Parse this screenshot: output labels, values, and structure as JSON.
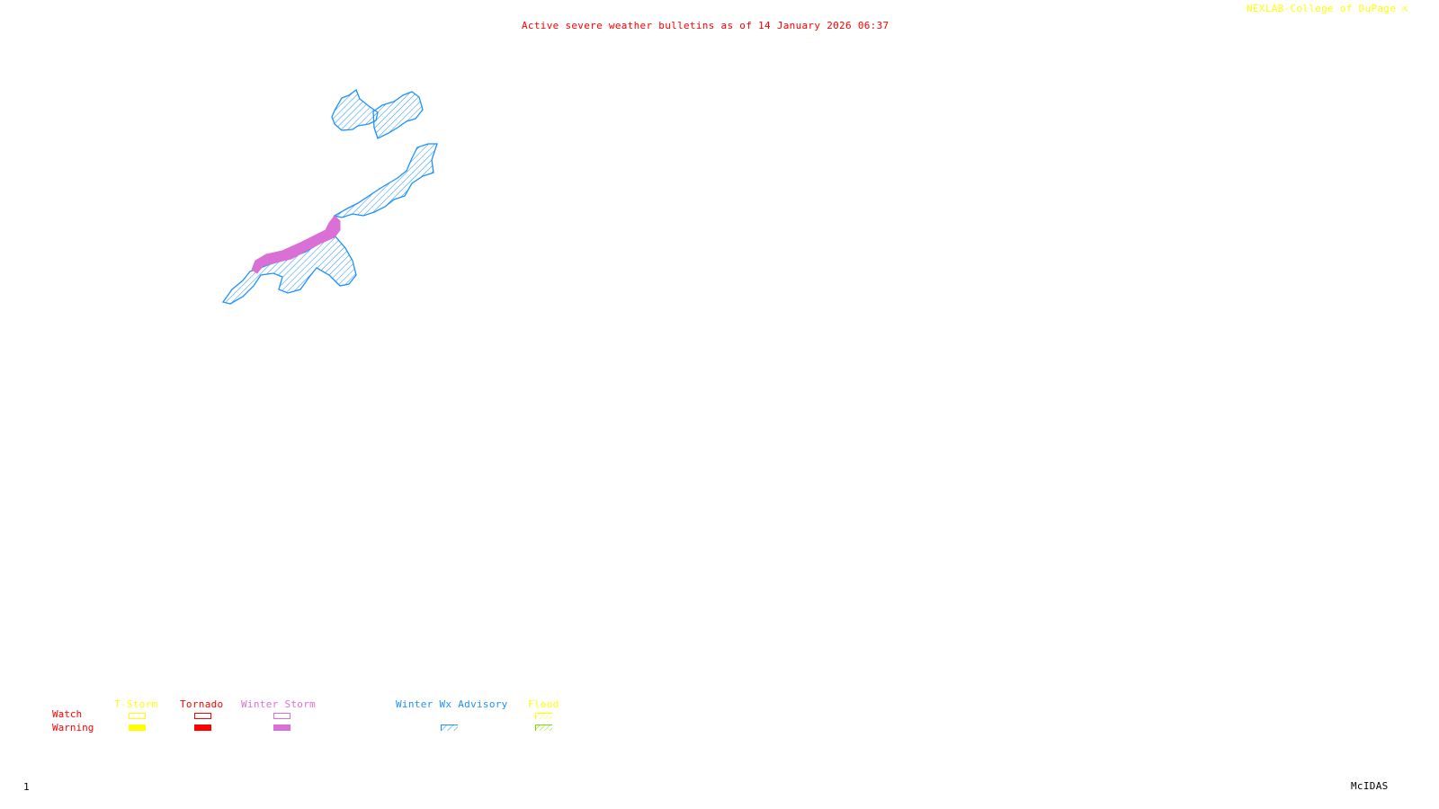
{
  "header": {
    "title": "Active severe weather bulletins as of 14 January 2026 06:37",
    "credit": "NEXLAB-College of DuPage",
    "credit_icon": "cursor-arrow-icon"
  },
  "footer": {
    "frame_number": "1",
    "software": "McIDAS"
  },
  "colors": {
    "tstorm": "#ffff00",
    "tornado": "#ff0000",
    "winter_storm": "#da70d6",
    "winter_wx_advisory": "#1e90ff",
    "flood_watch": "#ffff00",
    "flood_warning": "#7fdc00",
    "title": "#ff0000"
  },
  "legend": {
    "row_labels": {
      "watch": "Watch",
      "warning": "Warning"
    },
    "categories": [
      {
        "label": "T-Storm",
        "watch": "outline",
        "warning": "filled"
      },
      {
        "label": "Tornado",
        "watch": "outline",
        "warning": "filled"
      },
      {
        "label": "Winter Storm",
        "watch": "outline",
        "warning": "filled"
      },
      {
        "label": "Winter Wx Advisory",
        "watch": "none",
        "warning": "hatched"
      },
      {
        "label": "Flood",
        "watch": "hatched",
        "warning": "hatched"
      }
    ]
  },
  "map": {
    "active_areas": [
      {
        "type": "Winter Wx Advisory",
        "region": "northern cluster"
      },
      {
        "type": "Winter Wx Advisory",
        "region": "northeast band"
      },
      {
        "type": "Winter Wx Advisory",
        "region": "southwest cluster"
      },
      {
        "type": "Winter Storm Warning",
        "region": "lakeshore band"
      }
    ]
  }
}
